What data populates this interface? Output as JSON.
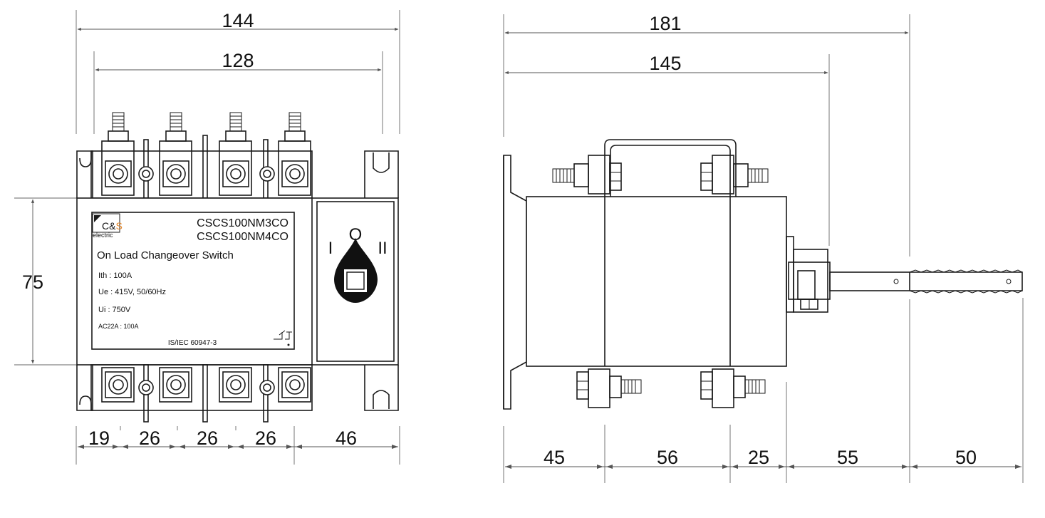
{
  "front_view": {
    "dims": {
      "total_width": "144",
      "inner_width": "128",
      "height": "75",
      "seg1": "19",
      "seg2": "26",
      "seg3": "26",
      "seg4": "26",
      "seg5": "46"
    },
    "label": {
      "brand": "C&S",
      "brand_sub": "electric",
      "model_1": "CSCS100NM3CO",
      "model_2": "CSCS100NM4CO",
      "title": "On Load Changeover Switch",
      "ith": "Ith : 100A",
      "ue": "Ue : 415V, 50/60Hz",
      "ui": "Ui : 750V",
      "ac": "AC22A : 100A",
      "standard": "IS/IEC 60947-3"
    },
    "selector": {
      "pos_i": "I",
      "pos_o": "O",
      "pos_ii": "II"
    }
  },
  "side_view": {
    "dims": {
      "total_length": "181",
      "body_length": "145",
      "seg1": "45",
      "seg2": "56",
      "seg3": "25",
      "seg4": "55",
      "seg5": "50"
    }
  },
  "colors": {
    "line": "#1a1a1a",
    "brand_accent": "#e8892b"
  }
}
